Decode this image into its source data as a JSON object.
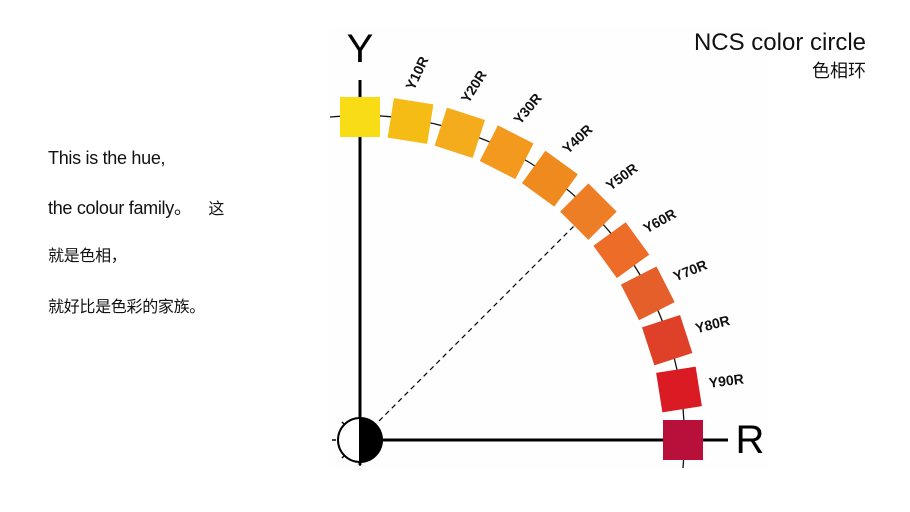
{
  "title": {
    "en": "NCS color circle",
    "zh": "色相环"
  },
  "description": {
    "line1": "This is the hue,",
    "line2_en": "the colour family。",
    "line2_zh": "这",
    "line3": "就是色相，",
    "line4": "就好比是色彩的家族。"
  },
  "axes": {
    "y_label": "Y",
    "r_label": "R"
  },
  "hues": [
    {
      "label": "",
      "color": "#F7DC16"
    },
    {
      "label": "Y10R",
      "color": "#F6BC16"
    },
    {
      "label": "Y20R",
      "color": "#F4AB1C"
    },
    {
      "label": "Y30R",
      "color": "#F39A1E"
    },
    {
      "label": "Y40R",
      "color": "#EF8A1E"
    },
    {
      "label": "Y50R",
      "color": "#EE7E26"
    },
    {
      "label": "Y60R",
      "color": "#EC6C28"
    },
    {
      "label": "Y70R",
      "color": "#E55F2A"
    },
    {
      "label": "Y80R",
      "color": "#DF4128"
    },
    {
      "label": "Y90R",
      "color": "#DA1B24"
    },
    {
      "label": "",
      "color": "#B8103A"
    }
  ]
}
